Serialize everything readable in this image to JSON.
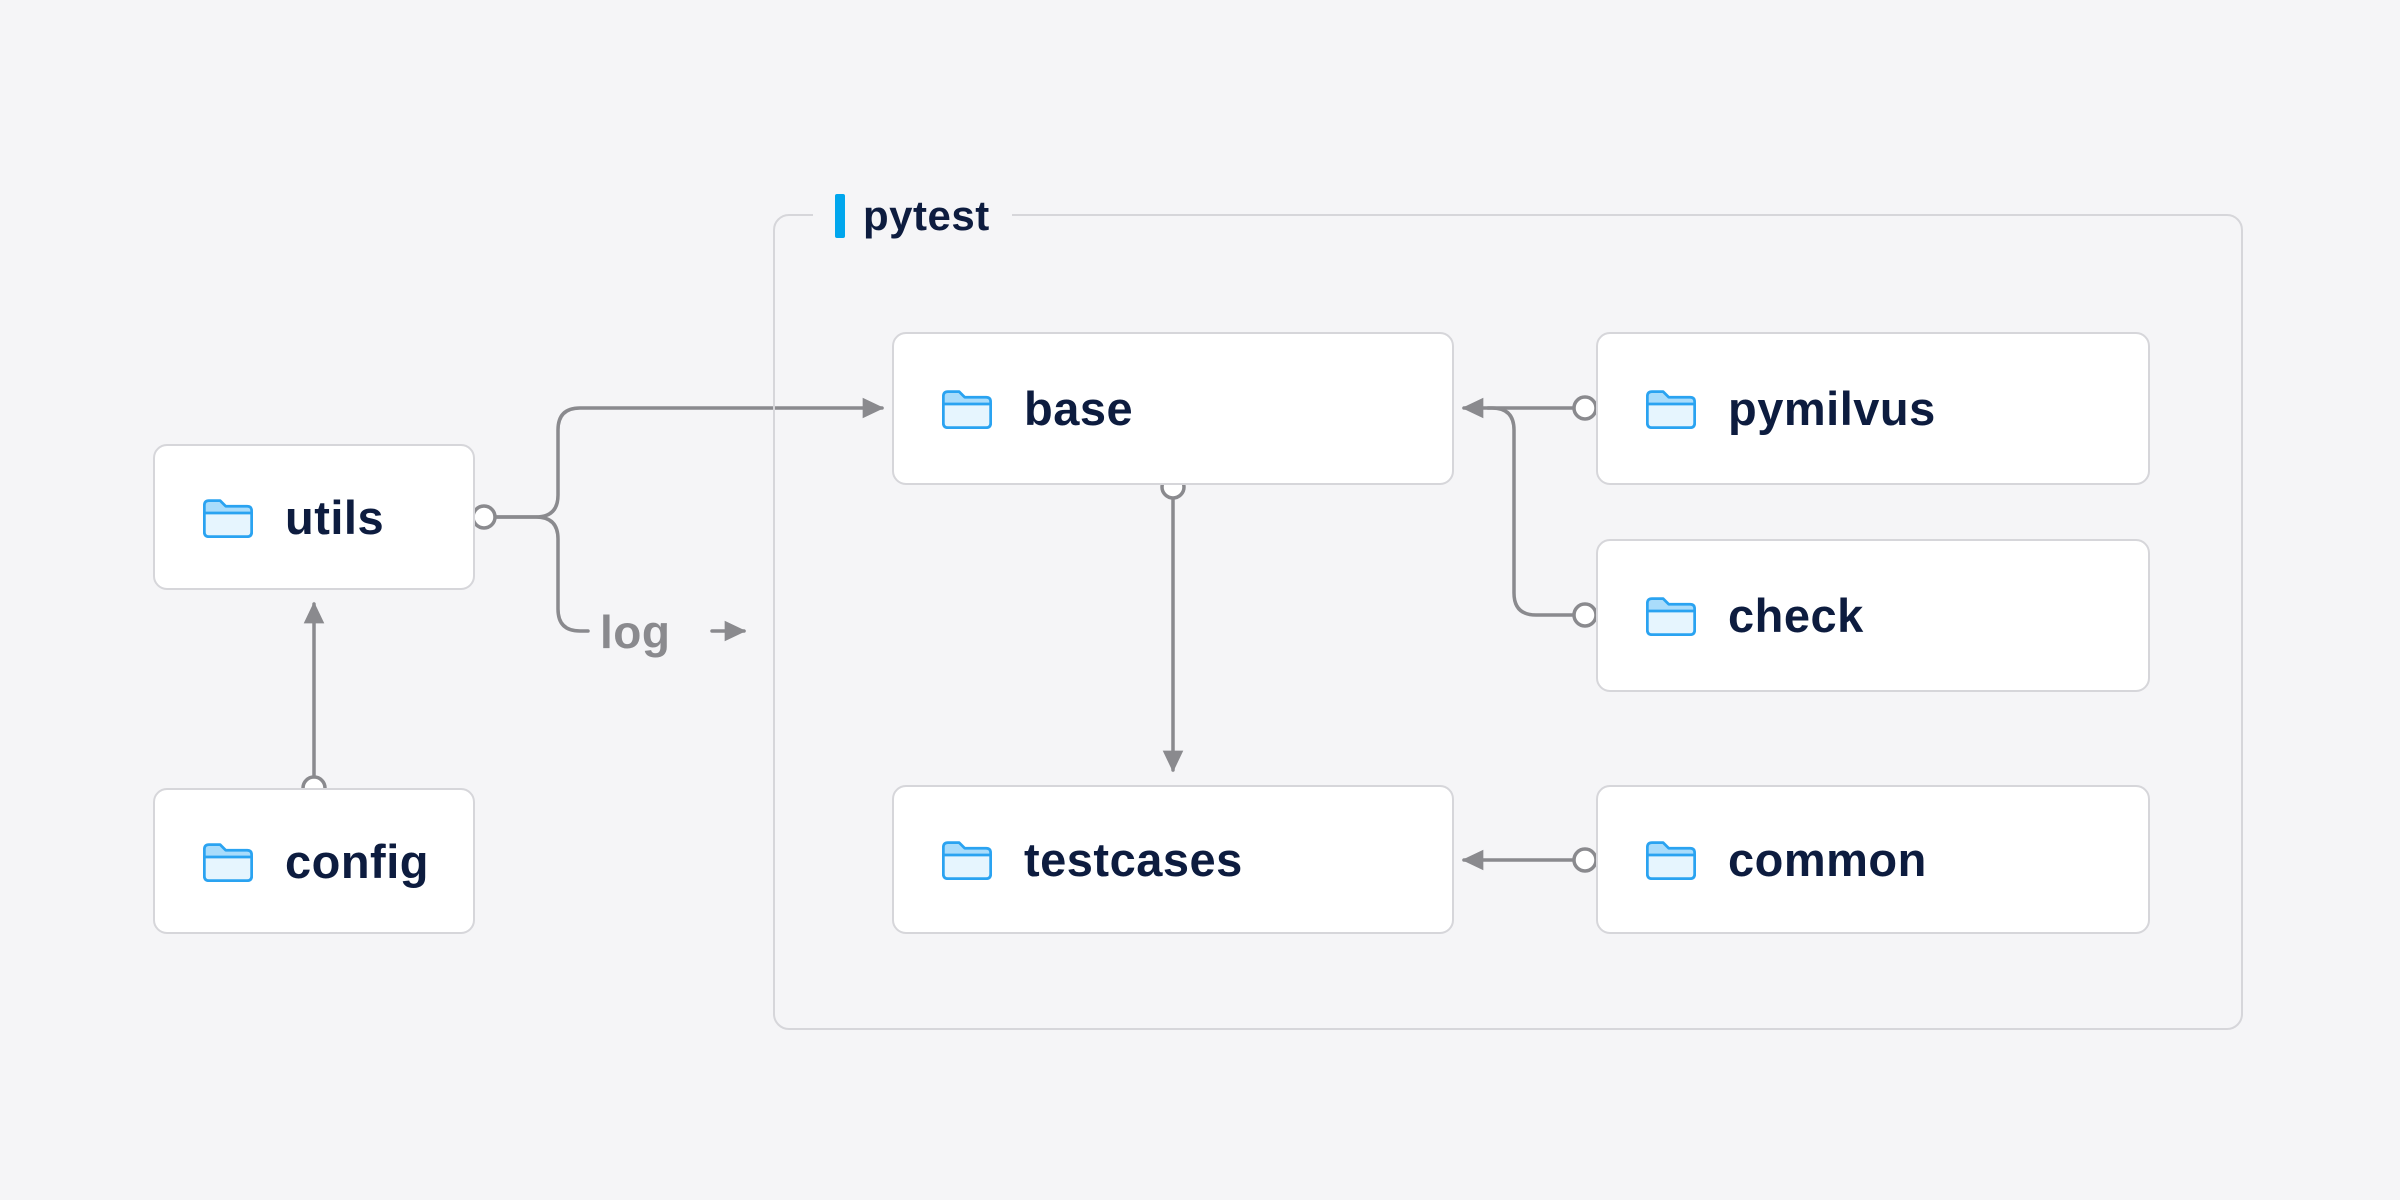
{
  "diagram": {
    "group": {
      "label": "pytest"
    },
    "nodes": {
      "utils": {
        "label": "utils",
        "inside_pytest": false
      },
      "config": {
        "label": "config",
        "inside_pytest": false
      },
      "base": {
        "label": "base",
        "inside_pytest": true
      },
      "pymilvus": {
        "label": "pymilvus",
        "inside_pytest": true
      },
      "check": {
        "label": "check",
        "inside_pytest": true
      },
      "testcases": {
        "label": "testcases",
        "inside_pytest": true
      },
      "common": {
        "label": "common",
        "inside_pytest": true
      }
    },
    "labels": {
      "log": "log"
    },
    "edges": [
      {
        "from": "config",
        "to": "utils",
        "type": "arrow"
      },
      {
        "from": "utils",
        "to": "base",
        "type": "arrow"
      },
      {
        "from": "utils",
        "to": "pytest",
        "type": "arrow",
        "label": "log"
      },
      {
        "from": "pymilvus",
        "to": "base",
        "type": "arrow"
      },
      {
        "from": "check",
        "to": "base",
        "type": "arrow"
      },
      {
        "from": "base",
        "to": "testcases",
        "type": "arrow"
      },
      {
        "from": "common",
        "to": "testcases",
        "type": "arrow"
      }
    ],
    "colors": {
      "background": "#f5f5f7",
      "node_fill": "#ffffff",
      "node_border": "#d6d6da",
      "text": "#0d1c3f",
      "arrow": "#8a8a8e",
      "accent": "#00a6ed",
      "folder_outline": "#2aa3f1",
      "folder_back": "#a9dcfb",
      "folder_front": "#e6f5fe"
    }
  }
}
